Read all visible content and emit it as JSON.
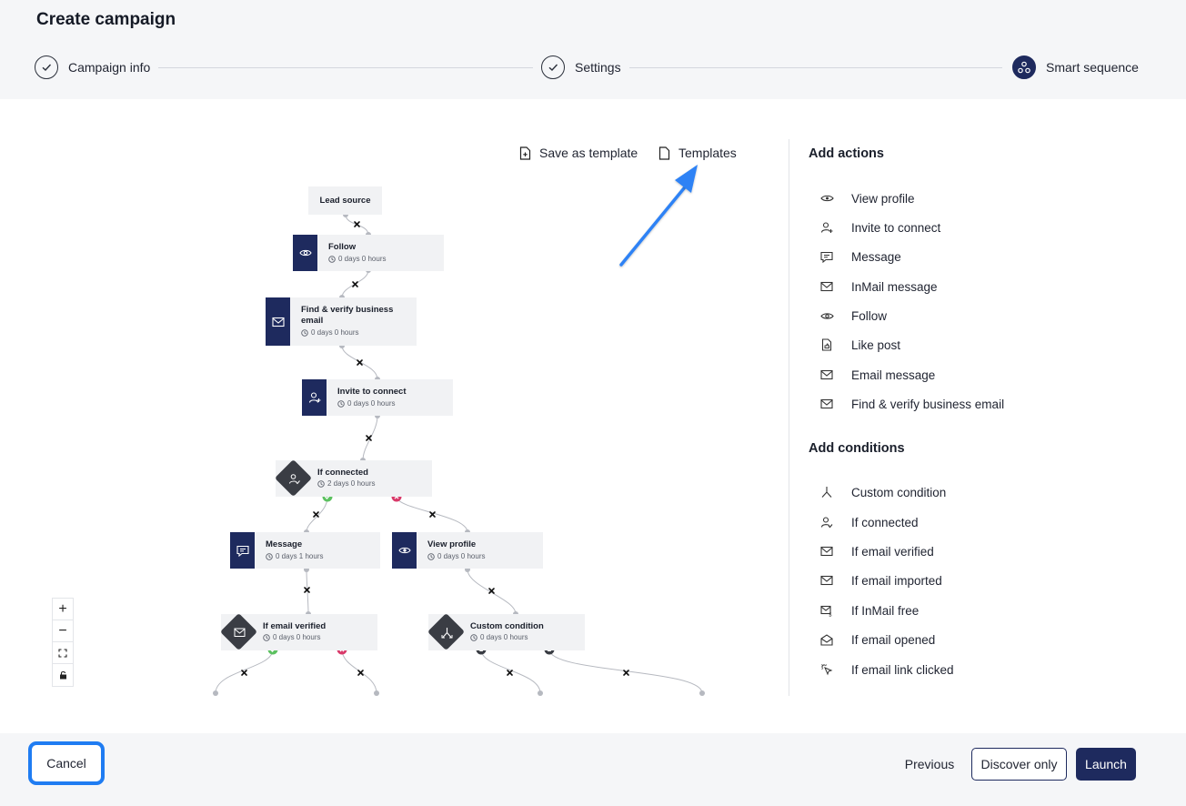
{
  "page": {
    "title": "Create campaign"
  },
  "steps": [
    {
      "label": "Campaign info",
      "state": "done"
    },
    {
      "label": "Settings",
      "state": "done"
    },
    {
      "label": "Smart sequence",
      "state": "active"
    }
  ],
  "toolbar": {
    "save_template": "Save as template",
    "templates": "Templates"
  },
  "flow": {
    "lead_source": "Lead source",
    "nodes": [
      {
        "title": "Follow",
        "delay": "0 days 0 hours"
      },
      {
        "title": "Find & verify business email",
        "delay": "0 days 0 hours"
      },
      {
        "title": "Invite to connect",
        "delay": "0 days 0 hours"
      },
      {
        "title": "Message",
        "delay": "0 days 1 hours"
      },
      {
        "title": "View profile",
        "delay": "0 days 0 hours"
      }
    ],
    "conditions": [
      {
        "title": "If connected",
        "delay": "2 days 0 hours"
      },
      {
        "title": "If email verified",
        "delay": "0 days 0 hours"
      },
      {
        "title": "Custom condition",
        "delay": "0 days 0 hours"
      }
    ],
    "branch_numbers": [
      "1",
      "2"
    ]
  },
  "zoom_controls": {
    "zoom_in": "+",
    "zoom_out": "−"
  },
  "panel": {
    "actions_heading": "Add actions",
    "actions": [
      {
        "label": "View profile",
        "icon": "eye-icon"
      },
      {
        "label": "Invite to connect",
        "icon": "user-plus-icon"
      },
      {
        "label": "Message",
        "icon": "message-icon"
      },
      {
        "label": "InMail message",
        "icon": "inmail-icon"
      },
      {
        "label": "Follow",
        "icon": "follow-eye-icon"
      },
      {
        "label": "Like post",
        "icon": "like-post-icon"
      },
      {
        "label": "Email message",
        "icon": "email-icon"
      },
      {
        "label": "Find & verify business email",
        "icon": "email-verify-icon"
      }
    ],
    "conditions_heading": "Add conditions",
    "conditions": [
      {
        "label": "Custom condition",
        "icon": "branch-icon"
      },
      {
        "label": "If connected",
        "icon": "user-check-icon"
      },
      {
        "label": "If email verified",
        "icon": "email-check-icon"
      },
      {
        "label": "If email imported",
        "icon": "email-import-icon"
      },
      {
        "label": "If InMail free",
        "icon": "inmail-dollar-icon"
      },
      {
        "label": "If email opened",
        "icon": "email-open-icon"
      },
      {
        "label": "If email link clicked",
        "icon": "click-icon"
      }
    ]
  },
  "footer": {
    "cancel": "Cancel",
    "previous": "Previous",
    "discover_only": "Discover only",
    "launch": "Launch"
  },
  "colors": {
    "navy": "#1e2a5e",
    "highlight": "#1f7cf2",
    "success": "#5cc160",
    "danger": "#d93a6a"
  }
}
